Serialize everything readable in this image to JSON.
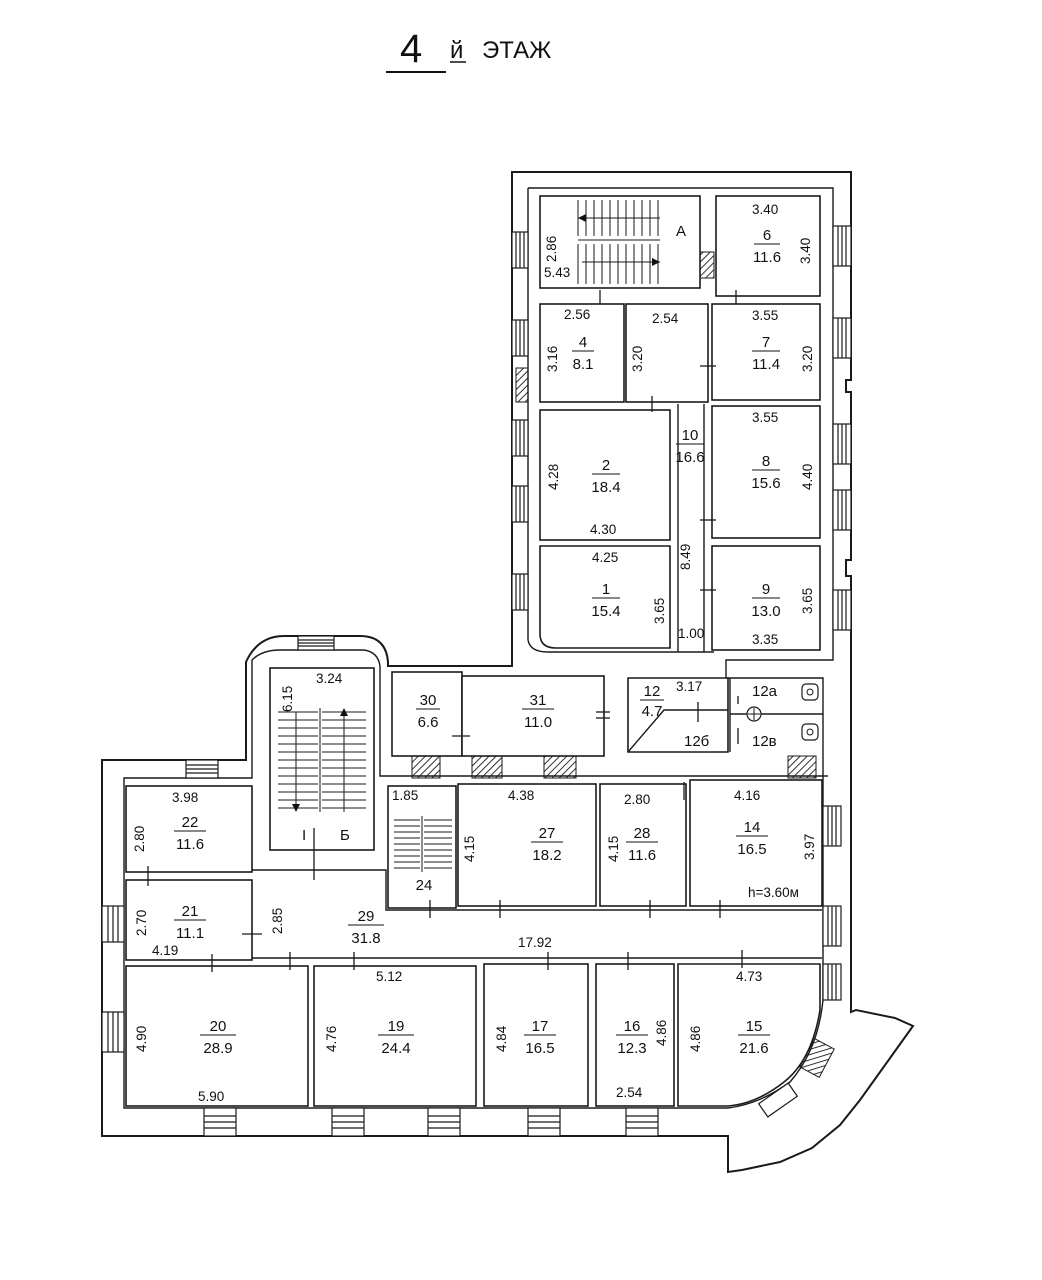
{
  "title": {
    "number": "4",
    "suffix": "й",
    "word": "ЭТАЖ"
  },
  "rooms": [
    {
      "id": "A",
      "number": "А",
      "area": "",
      "dims": [
        "2.86",
        "5.43"
      ]
    },
    {
      "id": "6",
      "number": "6",
      "area": "11.6",
      "dims": [
        "3.40",
        "3.40"
      ]
    },
    {
      "id": "4",
      "number": "4",
      "area": "8.1",
      "dims": [
        "2.56",
        "3.16"
      ]
    },
    {
      "id": "3",
      "number": "",
      "area": "",
      "dims": [
        "2.54",
        "3.20"
      ]
    },
    {
      "id": "7",
      "number": "7",
      "area": "11.4",
      "dims": [
        "3.55",
        "3.20"
      ]
    },
    {
      "id": "2",
      "number": "2",
      "area": "18.4",
      "dims": [
        "4.28",
        "4.30"
      ]
    },
    {
      "id": "10",
      "number": "10",
      "area": "16.6",
      "dims": [
        "8.49",
        "1.00"
      ]
    },
    {
      "id": "8",
      "number": "8",
      "area": "15.6",
      "dims": [
        "3.55",
        "4.40"
      ]
    },
    {
      "id": "1",
      "number": "1",
      "area": "15.4",
      "dims": [
        "4.25",
        "3.65"
      ]
    },
    {
      "id": "9",
      "number": "9",
      "area": "13.0",
      "dims": [
        "3.65",
        "3.35"
      ]
    },
    {
      "id": "B",
      "number": "Б",
      "area": "",
      "dims": [
        "6.15",
        "3.24"
      ]
    },
    {
      "id": "30",
      "number": "30",
      "area": "6.6",
      "dims": []
    },
    {
      "id": "31",
      "number": "31",
      "area": "11.0",
      "dims": []
    },
    {
      "id": "12",
      "number": "12",
      "area": "4.7",
      "dims": [
        "3.17"
      ]
    },
    {
      "id": "12a",
      "number": "12а",
      "area": "",
      "dims": []
    },
    {
      "id": "12b",
      "number": "12б",
      "area": "",
      "dims": []
    },
    {
      "id": "12v",
      "number": "12в",
      "area": "",
      "dims": []
    },
    {
      "id": "22",
      "number": "22",
      "area": "11.6",
      "dims": [
        "3.98",
        "2.80"
      ]
    },
    {
      "id": "24",
      "number": "24",
      "area": "",
      "dims": [
        "1.85"
      ]
    },
    {
      "id": "27",
      "number": "27",
      "area": "18.2",
      "dims": [
        "4.38",
        "4.15"
      ]
    },
    {
      "id": "28",
      "number": "28",
      "area": "11.6",
      "dims": [
        "2.80",
        "4.15"
      ]
    },
    {
      "id": "14",
      "number": "14",
      "area": "16.5",
      "dims": [
        "4.16",
        "3.97"
      ]
    },
    {
      "id": "21",
      "number": "21",
      "area": "11.1",
      "dims": [
        "2.70",
        "4.19"
      ]
    },
    {
      "id": "29",
      "number": "29",
      "area": "31.8",
      "dims": [
        "2.85",
        "17.92"
      ]
    },
    {
      "id": "20",
      "number": "20",
      "area": "28.9",
      "dims": [
        "4.90",
        "5.90"
      ]
    },
    {
      "id": "19",
      "number": "19",
      "area": "24.4",
      "dims": [
        "5.12",
        "4.76"
      ]
    },
    {
      "id": "17",
      "number": "17",
      "area": "16.5",
      "dims": [
        "4.84"
      ]
    },
    {
      "id": "16",
      "number": "16",
      "area": "12.3",
      "dims": [
        "4.86",
        "2.54"
      ]
    },
    {
      "id": "15",
      "number": "15",
      "area": "21.6",
      "dims": [
        "4.86",
        "4.73"
      ]
    }
  ],
  "notes": {
    "ceiling_height": "h=3.60м",
    "stair_b_roman": "I"
  }
}
